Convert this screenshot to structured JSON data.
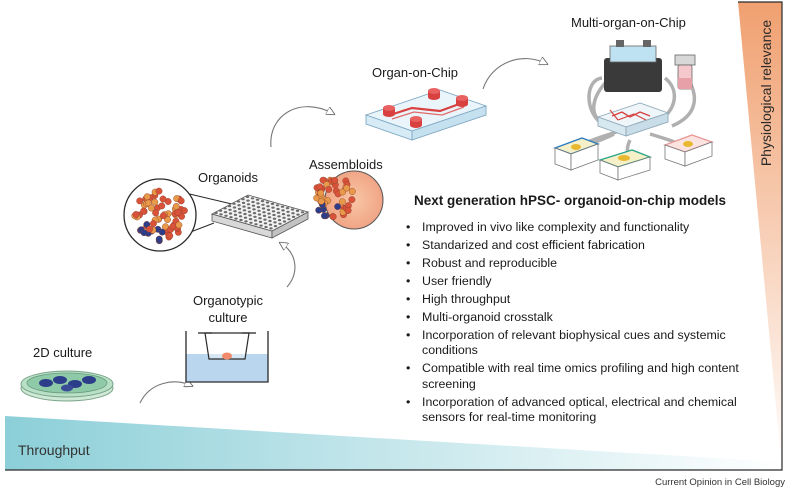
{
  "labels": {
    "multi_organ": "Multi-organ-on-Chip",
    "organ_on_chip": "Organ-on-Chip",
    "organoids": "Organoids",
    "assembloids": "Assembloids",
    "organotypic_line1": "Organotypic",
    "organotypic_line2": "culture",
    "culture_2d": "2D culture"
  },
  "axes": {
    "throughput": "Throughput",
    "physiological": "Physiological relevance"
  },
  "models": {
    "heading": "Next generation hPSC- organoid-on-chip models",
    "features": [
      "Improved in vivo like complexity and functionality",
      "Standarized and cost efficient fabrication",
      "Robust and reproducible",
      "User friendly",
      "High throughput",
      "Multi-organoid crosstalk",
      "Incorporation of relevant biophysical cues and systemic conditions",
      "Compatible with real time omics profiling and high content screening",
      "Incorporation of advanced optical, electrical and chemical sensors for real-time monitoring"
    ]
  },
  "credit": "Current Opinion in Cell Biology",
  "colors": {
    "throughput_gradient_start": "#8ccfd8",
    "physio_gradient_start": "#f0a070",
    "cell_red": "#d9533a",
    "cell_orange": "#e89a4a",
    "cell_blue": "#2c3e8a",
    "chip_red": "#d94040"
  }
}
